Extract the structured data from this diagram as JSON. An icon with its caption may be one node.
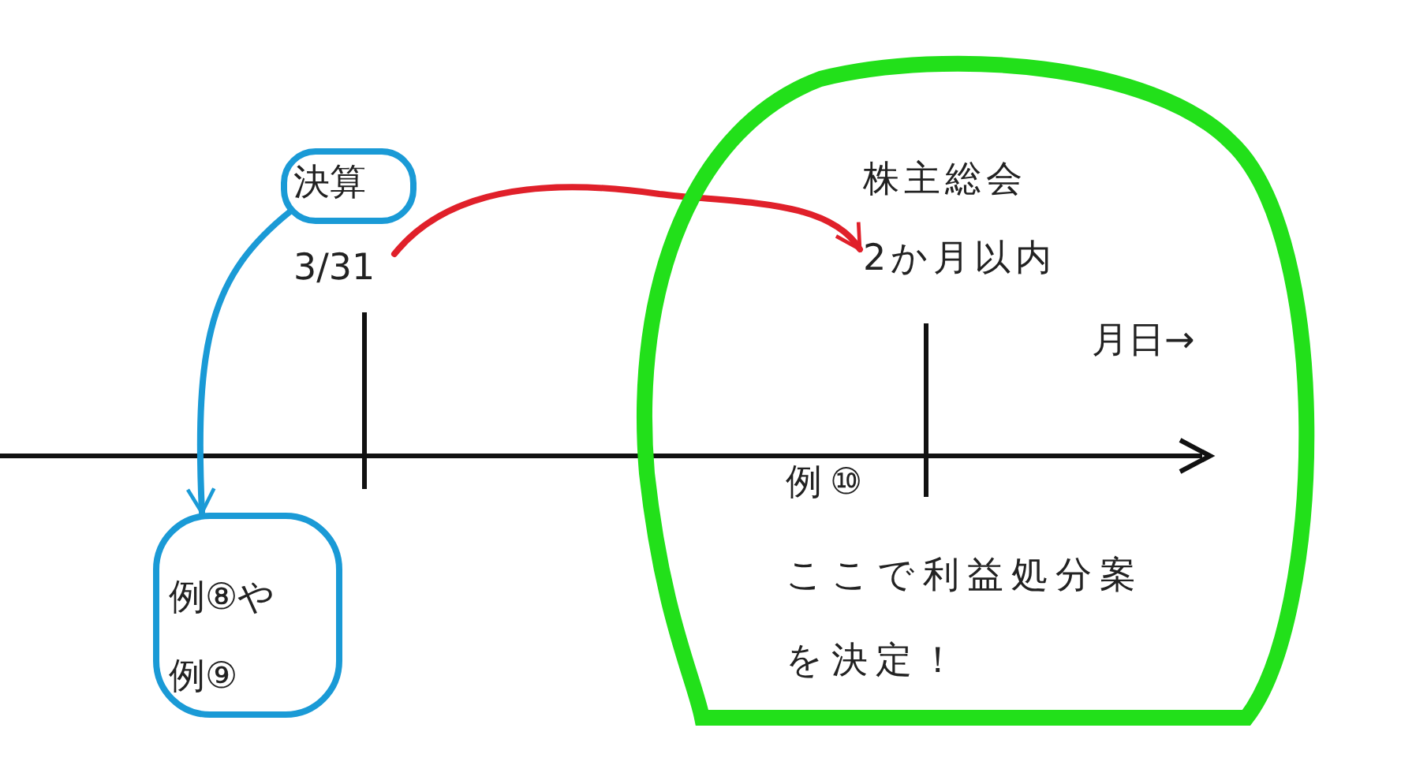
{
  "diagram": {
    "nodes": [
      {
        "text": [
          "決算"
        ]
      },
      {
        "text": [
          "3/31"
        ]
      },
      {
        "text": [
          "例⑩",
          "ここで利益処分案を決定！"
        ]
      },
      {
        "text": [
          "株主総会",
          "2か月以内"
        ],
        "in": 2
      },
      {
        "text": [
          "例⑧や",
          "例⑨"
        ]
      }
    ],
    "edges": [
      {
        "from": 0,
        "to": 4,
        "arrow": "to",
        "color": "#1a9ad6"
      },
      {
        "from": 1,
        "to": 3,
        "arrow": "to",
        "color": "#e0202a"
      }
    ],
    "labels": [
      "月日→"
    ]
  }
}
